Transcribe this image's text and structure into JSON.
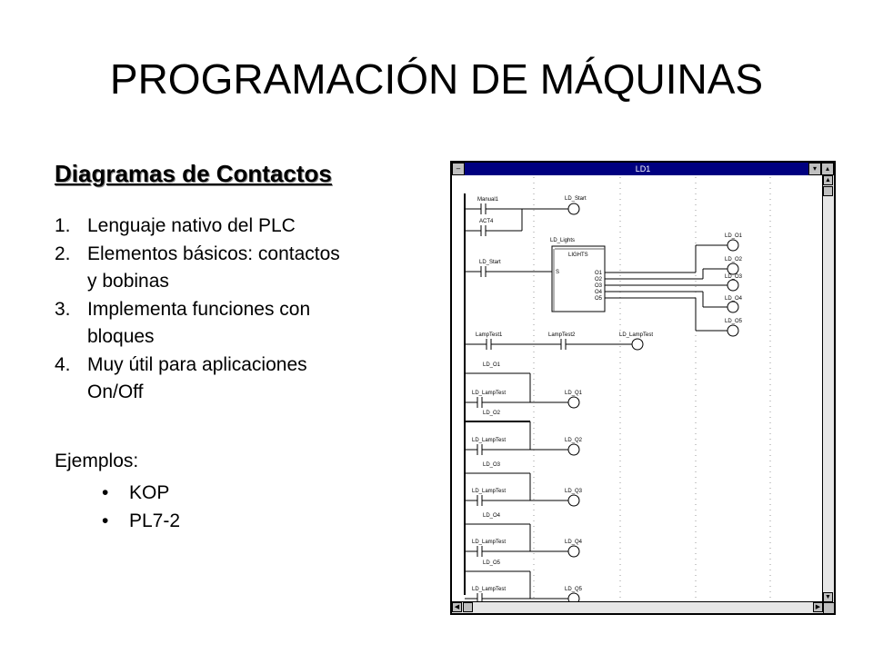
{
  "slide": {
    "title": "PROGRAMACIÓN DE MÁQUINAS",
    "section_heading": "Diagramas de Contactos",
    "items": [
      {
        "num": "1.",
        "lines": [
          "Lenguaje nativo del PLC"
        ]
      },
      {
        "num": "2.",
        "lines": [
          "Elementos básicos: contactos",
          "y bobinas"
        ]
      },
      {
        "num": "3.",
        "lines": [
          "Implementa funciones con",
          "bloques"
        ]
      },
      {
        "num": "4.",
        "lines": [
          "Muy útil para aplicaciones",
          "On/Off"
        ]
      }
    ],
    "examples_label": "Ejemplos:",
    "examples": [
      {
        "bullet": "•",
        "text": "KOP"
      },
      {
        "bullet": "•",
        "text": "PL7-2"
      }
    ]
  },
  "ld_window": {
    "title": "LD1",
    "menu_icon": "minus-icon",
    "rung1": {
      "contact1": "Manual1",
      "contact2": "ACT4",
      "coil": "LD_Start"
    },
    "block": {
      "instance": "LD_Lights",
      "type": "LIGHTS",
      "input_pin": "S",
      "output_pins": [
        "O1",
        "O2",
        "O3",
        "O4",
        "O5"
      ],
      "input_contact": "LD_Start",
      "coils": [
        "LD_O1",
        "LD_O2",
        "LD_O3",
        "LD_O4",
        "LD_O5"
      ]
    },
    "rung_lamp": {
      "contact1": "LampTest1",
      "contact2": "LampTest2",
      "coil": "LD_LampTest"
    },
    "rows": [
      {
        "top_contact": "LD_O1",
        "contact": "LD_LampTest",
        "coil": "LD_Q1"
      },
      {
        "top_contact": "LD_O2",
        "contact": "LD_LampTest",
        "coil": "LD_Q2"
      },
      {
        "top_contact": "LD_O3",
        "contact": "LD_LampTest",
        "coil": "LD_Q3"
      },
      {
        "top_contact": "LD_O4",
        "contact": "LD_LampTest",
        "coil": "LD_Q4"
      },
      {
        "top_contact": "LD_O5",
        "contact": "LD_LampTest",
        "coil": "LD_Q5"
      }
    ]
  }
}
